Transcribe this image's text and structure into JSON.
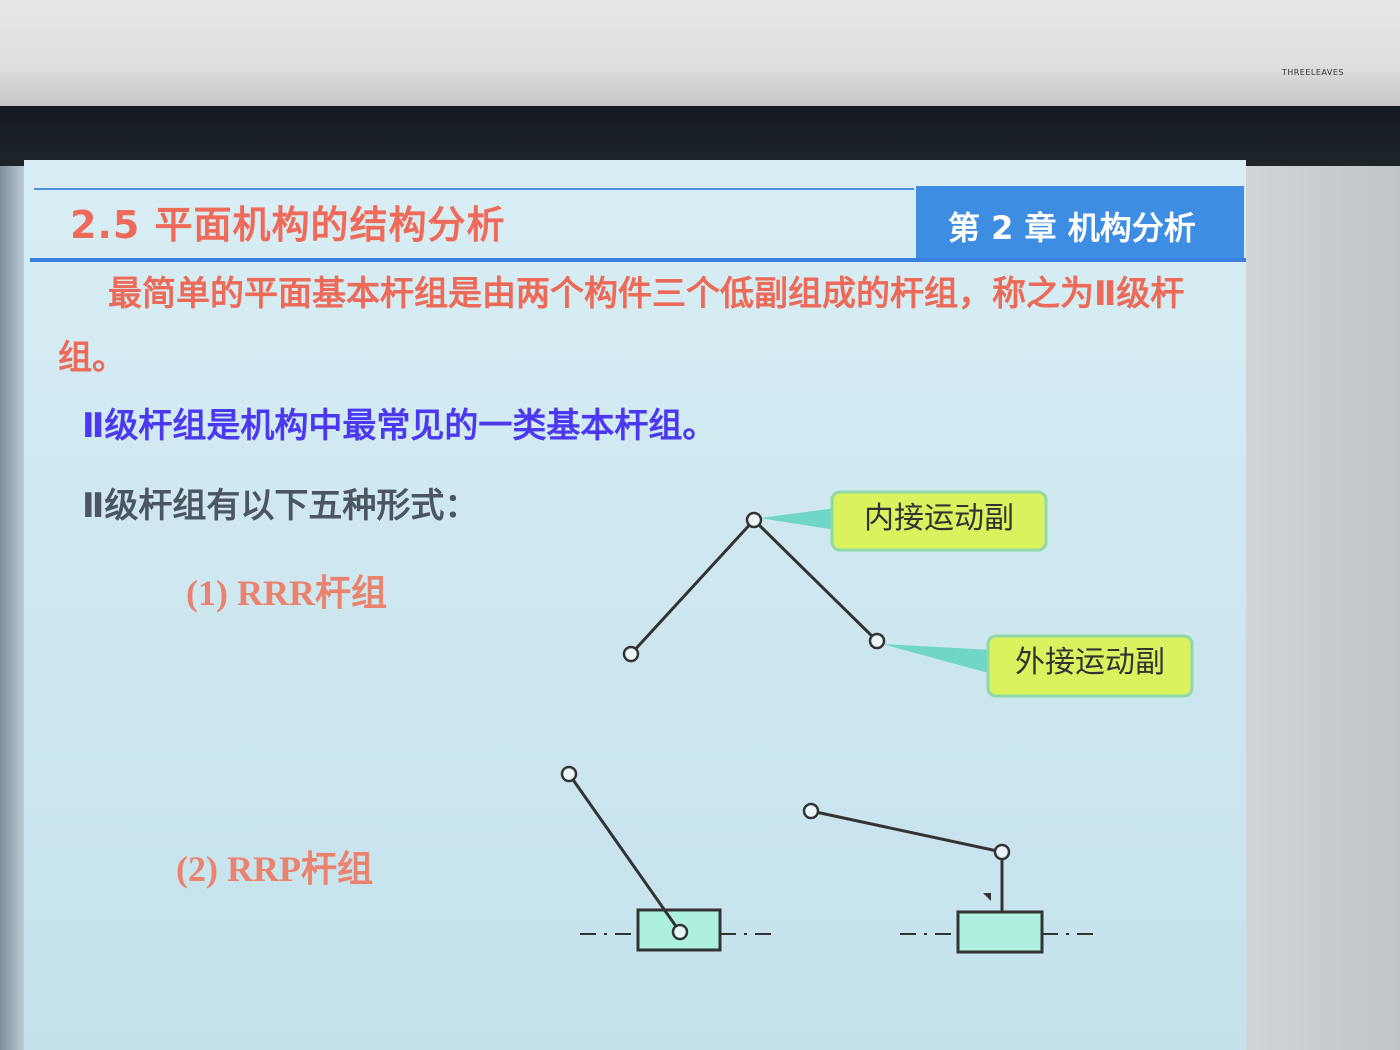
{
  "screen": {
    "brand": "THREELEAVES"
  },
  "slide": {
    "title": "2.5 平面机构的结构分析",
    "chapter": "第 2 章  机构分析",
    "para1": "最简单的平面基本杆组是由两个构件三个低副组成的杆组，称之为Ⅱ级杆组。",
    "para2": "Ⅱ级杆组是机构中最常见的一类基本杆组。",
    "para3": "Ⅱ级杆组有以下五种形式：",
    "item1": "(1) RRR杆组",
    "item2": "(2) RRP杆组",
    "callout_internal": "内接运动副",
    "callout_external": "外接运动副"
  },
  "colors": {
    "title_red": "#ef6a58",
    "chapter_blue": "#3d8ee3",
    "emphasis_blue": "#4b38f0",
    "callout_fill": "#d9f25d",
    "slider_fill": "#aef0df"
  }
}
